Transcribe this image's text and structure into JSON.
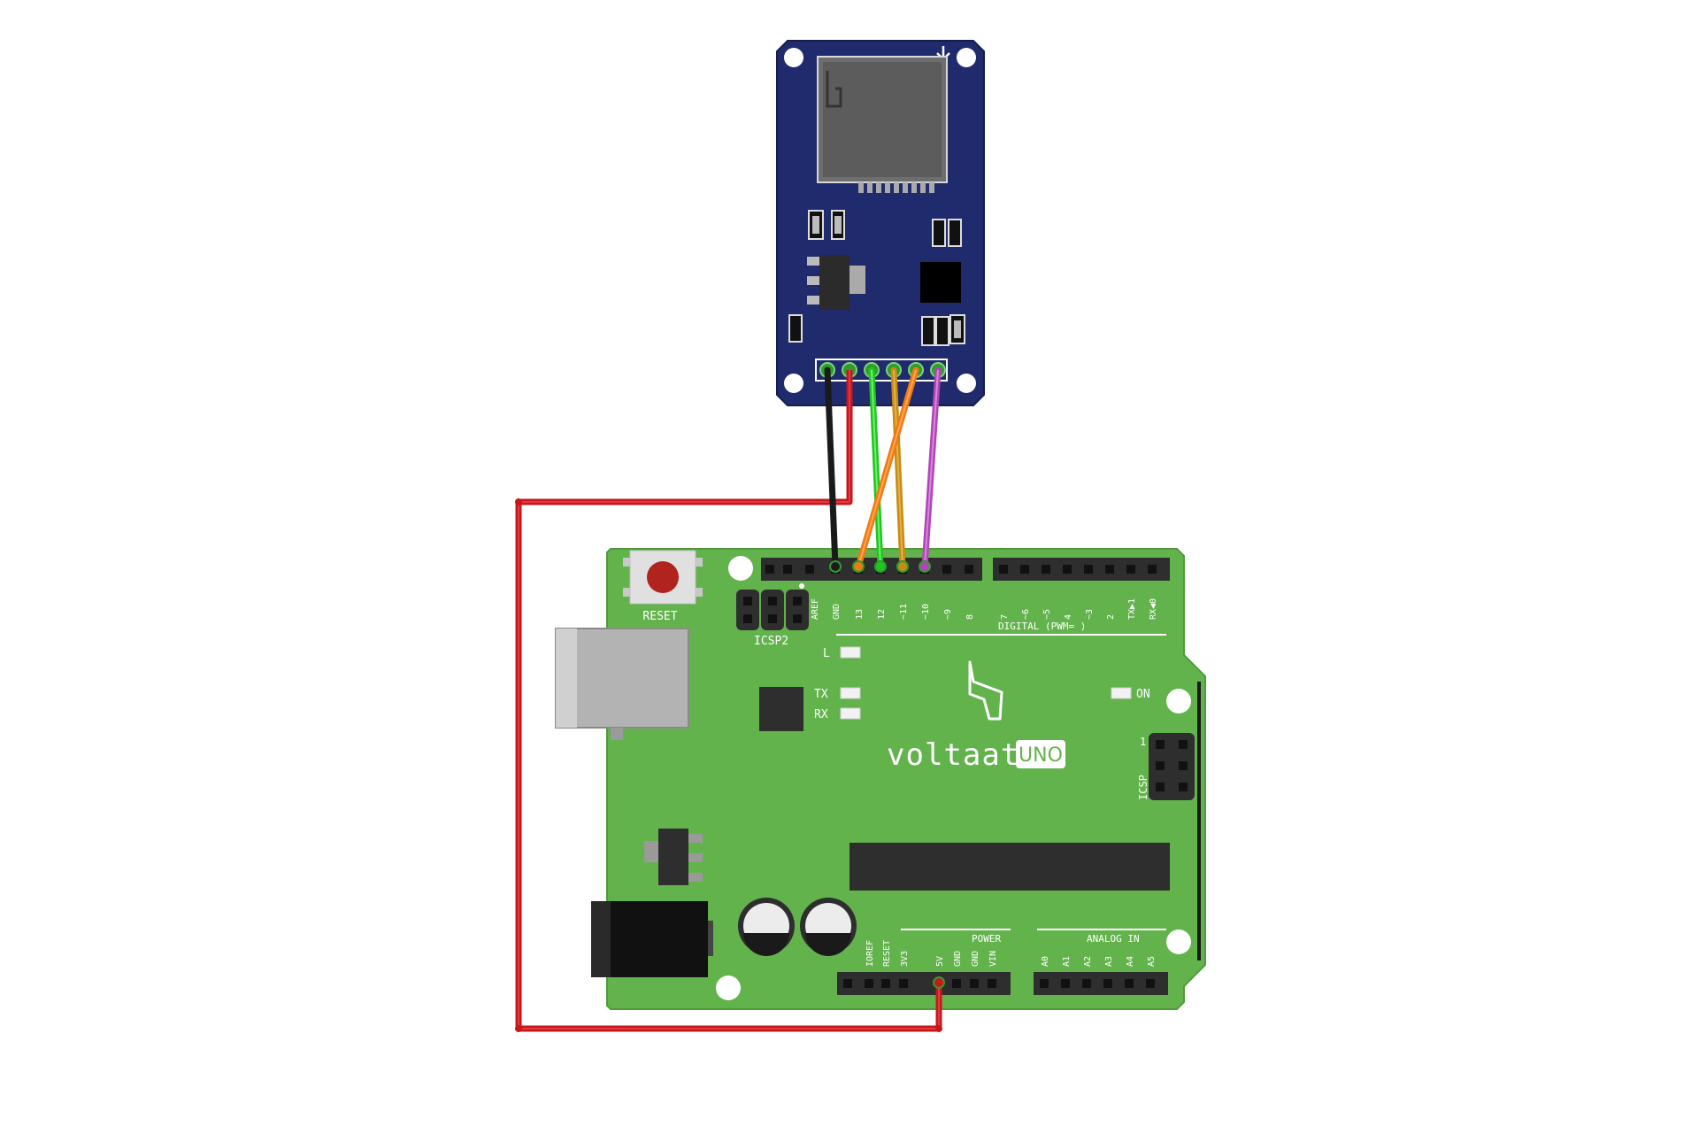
{
  "board": {
    "brand": "voltaat",
    "model": "UNO",
    "reset_label": "RESET",
    "icsp2_label": "ICSP2",
    "icsp_label": "ICSP",
    "icsp_pin1": "1",
    "digital_label": "DIGITAL (PWM=    )",
    "power_label": "POWER",
    "analog_label": "ANALOG IN",
    "led_l": "L",
    "led_tx": "TX",
    "led_rx": "RX",
    "led_on": "ON",
    "digital_pins": [
      "AREF",
      "GND",
      "13",
      "12",
      "~11",
      "~10",
      "~9",
      "8",
      "7",
      "~6",
      "~5",
      "4",
      "~3",
      "2",
      "TX▶1",
      "RX◀0"
    ],
    "power_pins": [
      "IOREF",
      "RESET",
      "3V3",
      "5V",
      "GND",
      "GND",
      "VIN"
    ],
    "analog_pins": [
      "A0",
      "A1",
      "A2",
      "A3",
      "A4",
      "A5"
    ]
  },
  "colors": {
    "board_green": "#63b34d",
    "module_blue": "#1f2b6c",
    "wire_red": "#c8161d",
    "wire_black": "#1a1a1a",
    "wire_green": "#1ec71e",
    "wire_brown": "#c88a12",
    "wire_orange": "#f07a12",
    "wire_purple": "#b145b8"
  },
  "wires": [
    {
      "color": "black",
      "from": "module pin 1",
      "to": "GND"
    },
    {
      "color": "red",
      "from": "module pin 2",
      "to": "5V"
    },
    {
      "color": "green",
      "from": "module pin 3",
      "to": "12"
    },
    {
      "color": "brown",
      "from": "module pin 4",
      "to": "~11"
    },
    {
      "color": "orange",
      "from": "module pin 5",
      "to": "13"
    },
    {
      "color": "purple",
      "from": "module pin 6",
      "to": "~10"
    }
  ]
}
